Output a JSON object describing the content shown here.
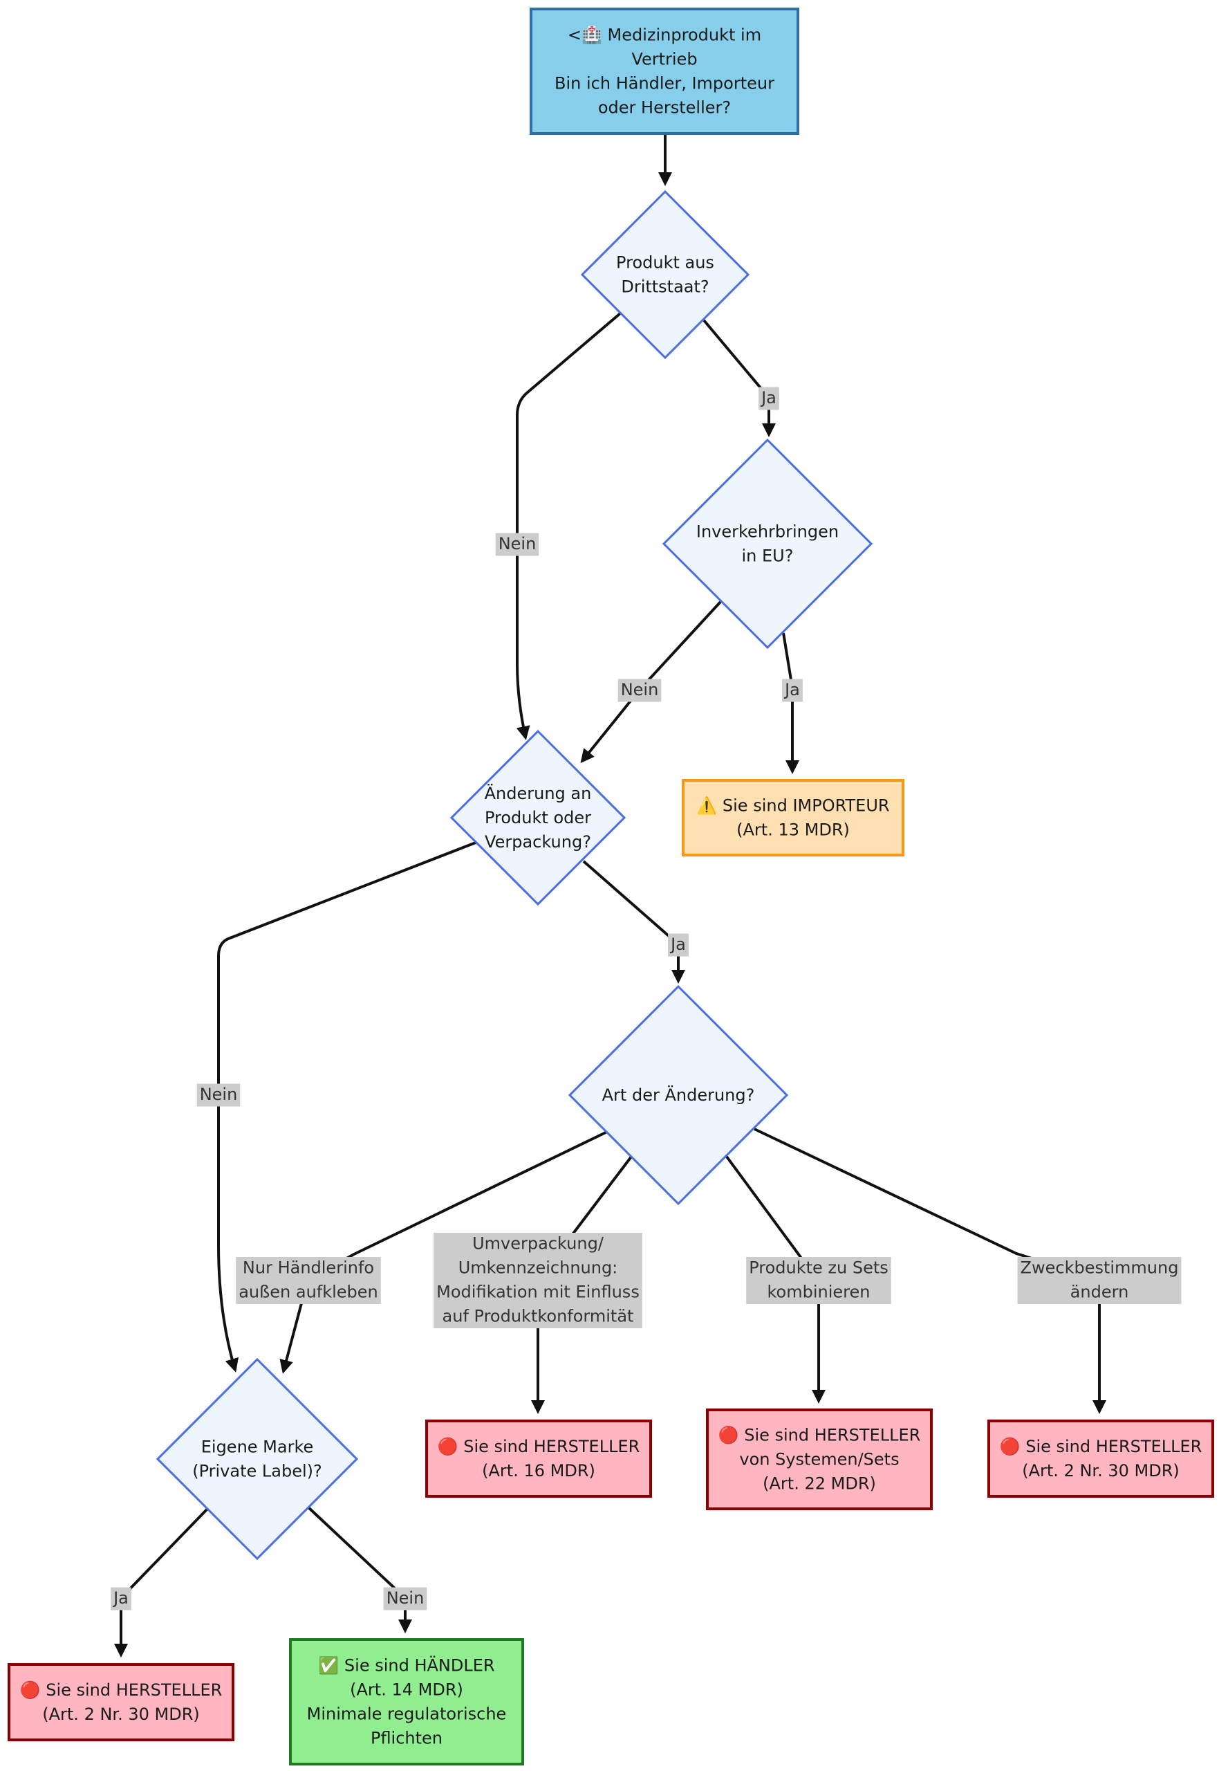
{
  "nodes": {
    "start": {
      "lines": [
        "<🏥 Medizinprodukt im",
        "Vertrieb",
        "Bin ich Händler, Importeur",
        "oder Hersteller?"
      ],
      "shape": "rect",
      "fill": "#87ceeb",
      "stroke": "#2f6fa8"
    },
    "q_drittstaat": {
      "lines": [
        "Produkt aus",
        "Drittstaat?"
      ],
      "shape": "diamond",
      "fill": "#eef5fc",
      "stroke": "#4a6ee0"
    },
    "q_inverkehr": {
      "lines": [
        "Inverkehrbringen",
        "in EU?"
      ],
      "shape": "diamond",
      "fill": "#eef5fc",
      "stroke": "#4a6ee0"
    },
    "r_importeur": {
      "lines": [
        "⚠️ Sie sind IMPORTEUR",
        "(Art. 13 MDR)"
      ],
      "shape": "rect",
      "fill": "#ffe0b2",
      "stroke": "#f59a1c"
    },
    "q_aenderung": {
      "lines": [
        "Änderung an",
        "Produkt oder",
        "Verpackung?"
      ],
      "shape": "diamond",
      "fill": "#eef5fc",
      "stroke": "#4a6ee0"
    },
    "q_art": {
      "lines": [
        "Art der Änderung?"
      ],
      "shape": "diamond",
      "fill": "#eef5fc",
      "stroke": "#4a6ee0"
    },
    "q_marke": {
      "lines": [
        "Eigene Marke",
        "(Private Label)?"
      ],
      "shape": "diamond",
      "fill": "#eef5fc",
      "stroke": "#4a6ee0"
    },
    "r_hersteller16": {
      "lines": [
        "🔴 Sie sind HERSTELLER",
        "(Art. 16 MDR)"
      ],
      "shape": "rect",
      "fill": "#ffb6c1",
      "stroke": "#8b0000"
    },
    "r_hersteller22": {
      "lines": [
        "🔴 Sie sind HERSTELLER",
        "von Systemen/Sets",
        "(Art. 22 MDR)"
      ],
      "shape": "rect",
      "fill": "#ffb6c1",
      "stroke": "#8b0000"
    },
    "r_hersteller230a": {
      "lines": [
        "🔴 Sie sind HERSTELLER",
        "(Art. 2 Nr. 30 MDR)"
      ],
      "shape": "rect",
      "fill": "#ffb6c1",
      "stroke": "#8b0000"
    },
    "r_hersteller230b": {
      "lines": [
        "🔴 Sie sind HERSTELLER",
        "(Art. 2 Nr. 30 MDR)"
      ],
      "shape": "rect",
      "fill": "#ffb6c1",
      "stroke": "#8b0000"
    },
    "r_haendler": {
      "lines": [
        "✅ Sie sind HÄNDLER",
        "(Art. 14 MDR)",
        "Minimale regulatorische",
        "Pflichten"
      ],
      "shape": "rect",
      "fill": "#90ee90",
      "stroke": "#1e7a1e"
    }
  },
  "edges": [
    {
      "id": "start-drittstaat",
      "from": "start",
      "to": "q_drittstaat",
      "label": []
    },
    {
      "id": "drittstaat-inverkehr",
      "from": "q_drittstaat",
      "to": "q_inverkehr",
      "label": [
        "Ja"
      ]
    },
    {
      "id": "drittstaat-aenderung",
      "from": "q_drittstaat",
      "to": "q_aenderung",
      "label": [
        "Nein"
      ]
    },
    {
      "id": "inverkehr-importeur",
      "from": "q_inverkehr",
      "to": "r_importeur",
      "label": [
        "Ja"
      ]
    },
    {
      "id": "inverkehr-aenderung",
      "from": "q_inverkehr",
      "to": "q_aenderung",
      "label": [
        "Nein"
      ]
    },
    {
      "id": "aenderung-art",
      "from": "q_aenderung",
      "to": "q_art",
      "label": [
        "Ja"
      ]
    },
    {
      "id": "aenderung-marke",
      "from": "q_aenderung",
      "to": "q_marke",
      "label": [
        "Nein"
      ]
    },
    {
      "id": "art-marke",
      "from": "q_art",
      "to": "q_marke",
      "label": [
        "Nur Händlerinfo",
        "außen aufkleben"
      ]
    },
    {
      "id": "art-h16",
      "from": "q_art",
      "to": "r_hersteller16",
      "label": [
        "Umverpackung/",
        "Umkennzeichnung:",
        "Modifikation mit Einfluss",
        "auf Produktkonformität"
      ]
    },
    {
      "id": "art-h22",
      "from": "q_art",
      "to": "r_hersteller22",
      "label": [
        "Produkte zu Sets",
        "kombinieren"
      ]
    },
    {
      "id": "art-h230",
      "from": "q_art",
      "to": "r_hersteller230a",
      "label": [
        "Zweckbestimmung",
        "ändern"
      ]
    },
    {
      "id": "marke-h230",
      "from": "q_marke",
      "to": "r_hersteller230b",
      "label": [
        "Ja"
      ]
    },
    {
      "id": "marke-haendler",
      "from": "q_marke",
      "to": "r_haendler",
      "label": [
        "Nein"
      ]
    }
  ]
}
